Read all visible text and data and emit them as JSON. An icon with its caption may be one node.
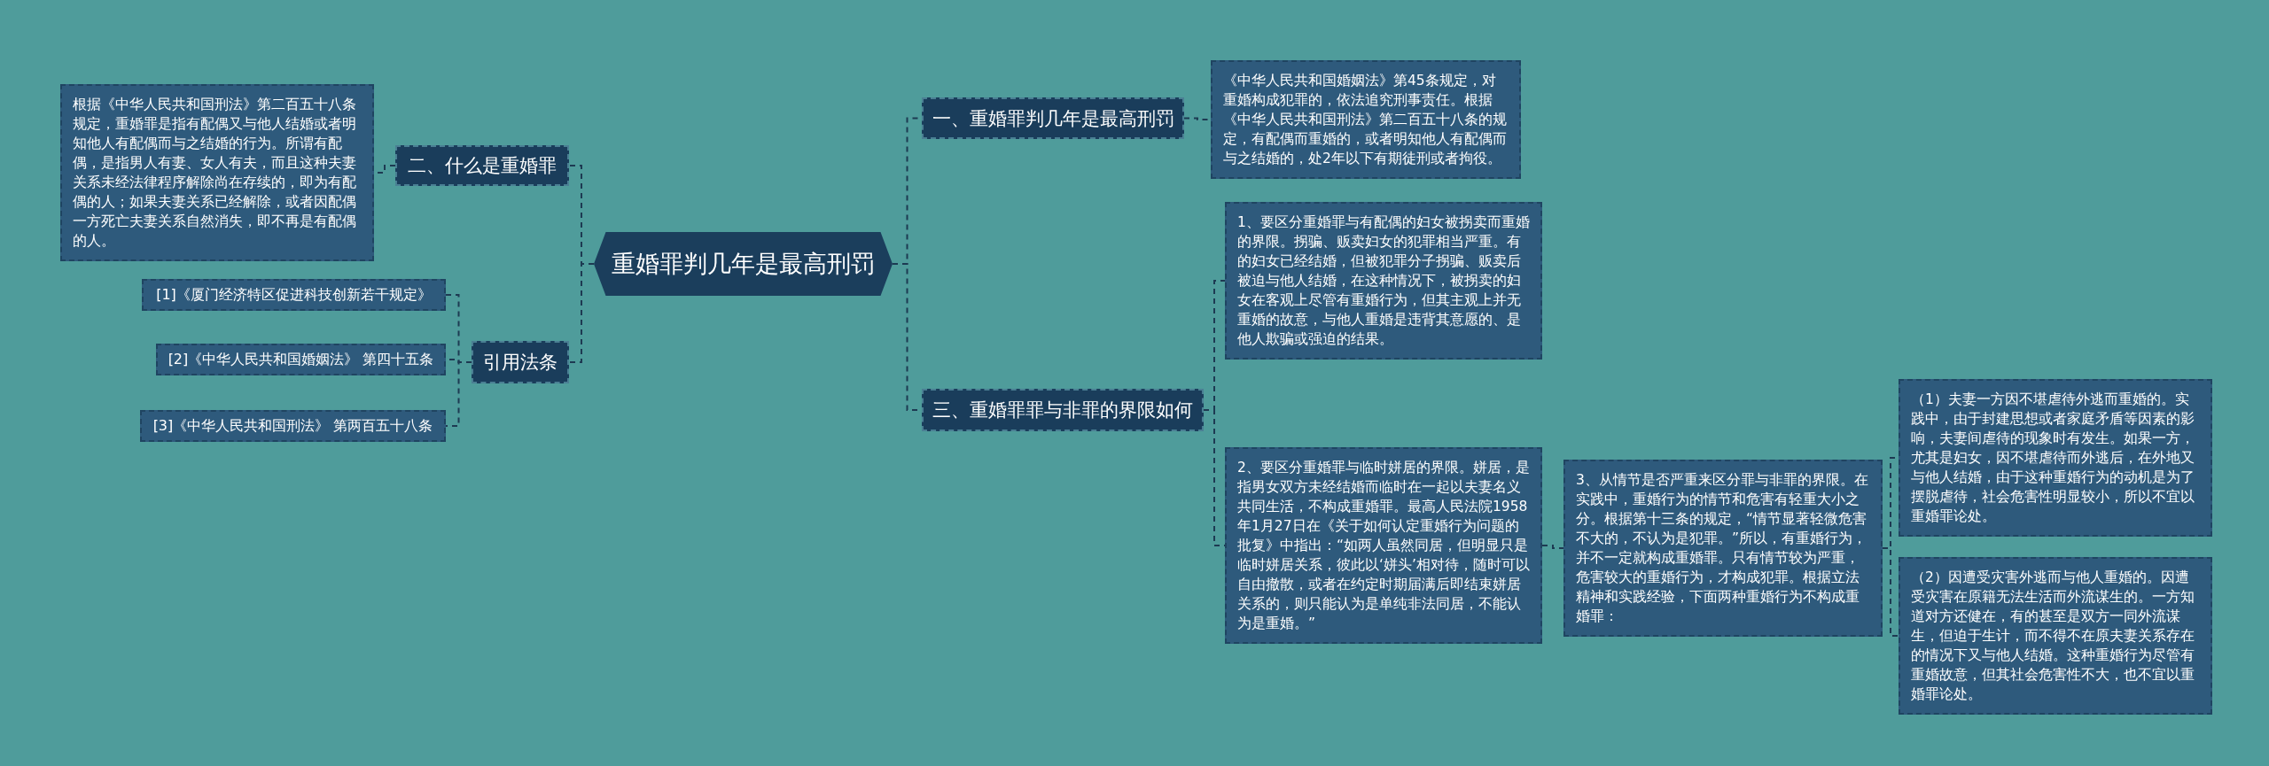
{
  "diagram": {
    "nodes": [
      {
        "text": [
          "重婚罪判几年是最高刑罚"
        ]
      },
      {
        "text": [
          "二、什么是重婚罪"
        ]
      },
      {
        "text": [
          "根据《中华人民共和国刑法》第二百五十八条规定，重婚罪是指有配偶又与他人结婚或者明知他人有配偶而与之结婚的行为。所谓有配偶，是指男人有妻、女人有夫，而且这种夫妻关系未经法律程序解除尚在存续的，即为有配偶的人；如果夫妻关系已经解除，或者因配偶一方死亡夫妻关系自然消失，即不再是有配偶的人。"
        ]
      },
      {
        "text": [
          "引用法条"
        ]
      },
      {
        "text": [
          "[1]《厦门经济特区促进科技创新若干规定》"
        ]
      },
      {
        "text": [
          "[2]《中华人民共和国婚姻法》 第四十五条"
        ]
      },
      {
        "text": [
          "[3]《中华人民共和国刑法》 第两百五十八条"
        ]
      },
      {
        "text": [
          "一、重婚罪判几年是最高刑罚"
        ]
      },
      {
        "text": [
          "《中华人民共和国婚姻法》第45条规定，对重婚构成犯罪的，依法追究刑事责任。根据《中华人民共和国刑法》第二百五十八条的规定，有配偶而重婚的，或者明知他人有配偶而与之结婚的，处2年以下有期徒刑或者拘役。"
        ]
      },
      {
        "text": [
          "三、重婚罪罪与非罪的界限如何"
        ]
      },
      {
        "text": [
          "1、要区分重婚罪与有配偶的妇女被拐卖而重婚的界限。拐骗、贩卖妇女的犯罪相当严重。有的妇女已经结婚，但被犯罪分子拐骗、贩卖后被迫与他人结婚，在这种情况下，被拐卖的妇女在客观上尽管有重婚行为，但其主观上并无重婚的故意，与他人重婚是违背其意愿的、是他人欺骗或强迫的结果。"
        ]
      },
      {
        "text": [
          "2、要区分重婚罪与临时姘居的界限。姘居，是指男女双方未经结婚而临时在一起以夫妻名义共同生活，不构成重婚罪。最高人民法院1958年1月27日在《关于如何认定重婚行为问题的批复》中指出：“如两人虽然同居，但明显只是临时姘居关系，彼此以‘姘头’相对待，随时可以自由撤散，或者在约定时期届满后即结束姘居关系的，则只能认为是单纯非法同居，不能认为是重婚。”"
        ]
      },
      {
        "text": [
          "3、从情节是否严重来区分罪与非罪的界限。在实践中，重婚行为的情节和危害有轻重大小之分。根据第十三条的规定，“情节显著轻微危害不大的，不认为是犯罪。”所以，有重婚行为，并不一定就构成重婚罪。只有情节较为严重，危害较大的重婚行为，才构成犯罪。根据立法精神和实践经验，下面两种重婚行为不构成重婚罪："
        ]
      },
      {
        "text": [
          "（1）夫妻一方因不堪虐待外逃而重婚的。实践中，由于封建思想或者家庭矛盾等因素的影响，夫妻间虐待的现象时有发生。如果一方，尤其是妇女，因不堪虐待而外逃后，在外地又与他人结婚，由于这种重婚行为的动机是为了摆脱虐待，社会危害性明显较小，所以不宜以重婚罪论处。"
        ]
      },
      {
        "text": [
          "（2）因遭受灾害外逃而与他人重婚的。因遭受灾害在原籍无法生活而外流谋生的。一方知道对方还健在，有的甚至是双方一同外流谋生，但迫于生计，而不得不在原夫妻关系存在的情况下又与他人结婚。这种重婚行为尽管有重婚故意，但其社会危害性不大，也不宜以重婚罪论处。"
        ]
      }
    ],
    "edges": [
      {
        "from": 0,
        "to": 1,
        "arrow": "none"
      },
      {
        "from": 1,
        "to": 2,
        "arrow": "none"
      },
      {
        "from": 0,
        "to": 3,
        "arrow": "none"
      },
      {
        "from": 3,
        "to": 4,
        "arrow": "none"
      },
      {
        "from": 3,
        "to": 5,
        "arrow": "none"
      },
      {
        "from": 3,
        "to": 6,
        "arrow": "none"
      },
      {
        "from": 0,
        "to": 7,
        "arrow": "none"
      },
      {
        "from": 7,
        "to": 8,
        "arrow": "none"
      },
      {
        "from": 0,
        "to": 9,
        "arrow": "none"
      },
      {
        "from": 9,
        "to": 10,
        "arrow": "none"
      },
      {
        "from": 9,
        "to": 11,
        "arrow": "none"
      },
      {
        "from": 11,
        "to": 12,
        "arrow": "none"
      },
      {
        "from": 12,
        "to": 13,
        "arrow": "none"
      },
      {
        "from": 12,
        "to": 14,
        "arrow": "none"
      }
    ]
  }
}
